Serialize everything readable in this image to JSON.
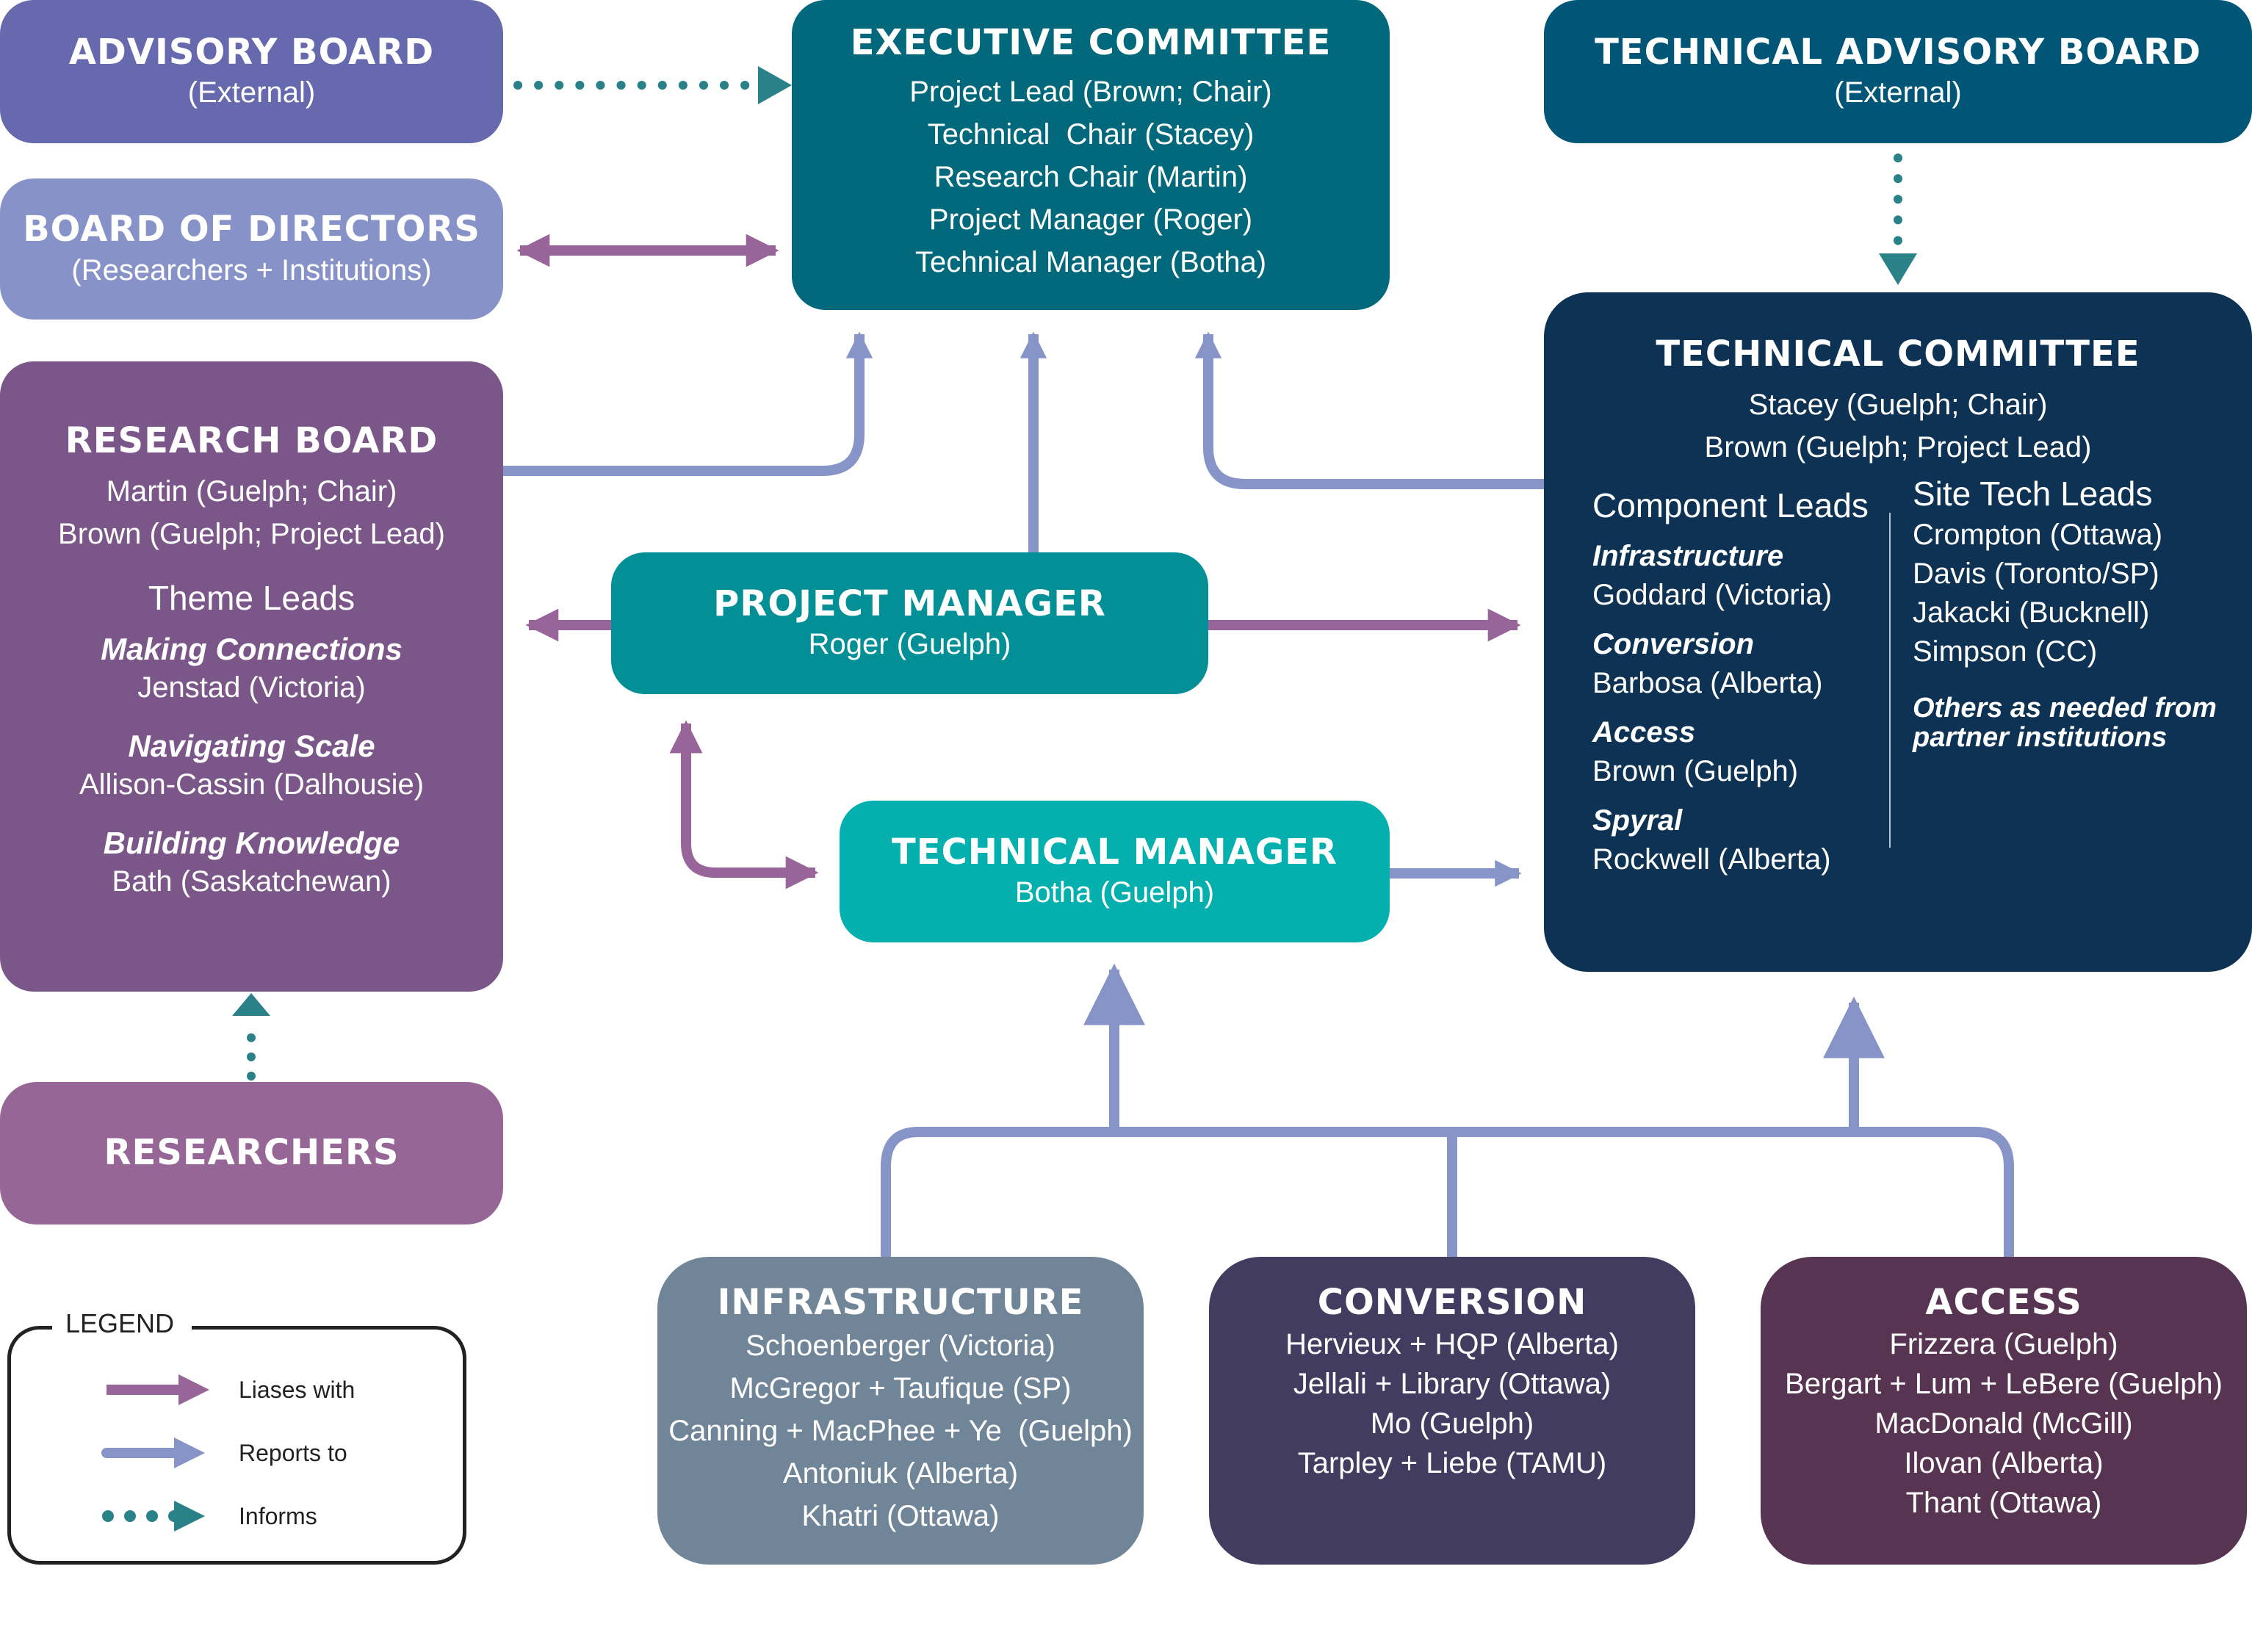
{
  "colors": {
    "liases_with": "#97659a",
    "reports_to": "#8794c8",
    "informs": "#2a8288"
  },
  "advisory_board": {
    "title": "ADVISORY BOARD",
    "subtitle": "(External)"
  },
  "board_of_directors": {
    "title": "BOARD OF DIRECTORS",
    "subtitle": "(Researchers + Institutions)"
  },
  "executive_committee": {
    "title": "EXECUTIVE COMMITTEE",
    "members": [
      "Project Lead (Brown; Chair)",
      "Technical  Chair (Stacey)",
      "Research Chair (Martin)",
      "Project Manager (Roger)",
      "Technical Manager (Botha)"
    ]
  },
  "technical_advisory_board": {
    "title": "TECHNICAL ADVISORY BOARD",
    "subtitle": "(External)"
  },
  "research_board": {
    "title": "RESEARCH BOARD",
    "members": [
      "Martin (Guelph; Chair)",
      "Brown (Guelph; Project Lead)"
    ],
    "theme_leads_heading": "Theme Leads",
    "themes": [
      {
        "name": "Making Connections",
        "lead": "Jenstad (Victoria)"
      },
      {
        "name": "Navigating Scale",
        "lead": "Allison-Cassin (Dalhousie)"
      },
      {
        "name": "Building Knowledge",
        "lead": "Bath (Saskatchewan)"
      }
    ]
  },
  "project_manager": {
    "title": "PROJECT MANAGER",
    "name": "Roger (Guelph)"
  },
  "technical_manager": {
    "title": "TECHNICAL MANAGER",
    "name": "Botha (Guelph)"
  },
  "technical_committee": {
    "title": "TECHNICAL COMMITTEE",
    "members": [
      "Stacey (Guelph; Chair)",
      "Brown (Guelph; Project Lead)"
    ],
    "component_leads_heading": "Component Leads",
    "components": [
      {
        "name": "Infrastructure",
        "lead": "Goddard (Victoria)"
      },
      {
        "name": "Conversion",
        "lead": "Barbosa (Alberta)"
      },
      {
        "name": "Access",
        "lead": "Brown (Guelph)"
      },
      {
        "name": "Spyral",
        "lead": "Rockwell (Alberta)"
      }
    ],
    "site_tech_leads_heading": "Site Tech Leads",
    "site_tech_leads": [
      "Crompton (Ottawa)",
      "Davis (Toronto/SP)",
      "Jakacki (Bucknell)",
      "Simpson (CC)"
    ],
    "site_tech_note": "Others as needed from partner institutions"
  },
  "researchers": {
    "title": "RESEARCHERS"
  },
  "infrastructure": {
    "title": "INFRASTRUCTURE",
    "members": [
      "Schoenberger (Victoria)",
      "McGregor + Taufique (SP)",
      "Canning + MacPhee + Ye  (Guelph)",
      "Antoniuk (Alberta)",
      "Khatri (Ottawa)"
    ]
  },
  "conversion": {
    "title": "CONVERSION",
    "members": [
      "Hervieux + HQP (Alberta)",
      "Jellali + Library (Ottawa)",
      "Mo (Guelph)",
      "Tarpley + Liebe (TAMU)"
    ]
  },
  "access": {
    "title": "ACCESS",
    "members": [
      "Frizzera (Guelph)",
      "Bergart + Lum + LeBere (Guelph)",
      "MacDonald (McGill)",
      "Ilovan (Alberta)",
      "Thant (Ottawa)"
    ]
  },
  "legend": {
    "title": "LEGEND",
    "items": [
      {
        "label": "Liases with",
        "style": "liases_with"
      },
      {
        "label": "Reports to",
        "style": "reports_to"
      },
      {
        "label": "Informs",
        "style": "informs"
      }
    ]
  }
}
